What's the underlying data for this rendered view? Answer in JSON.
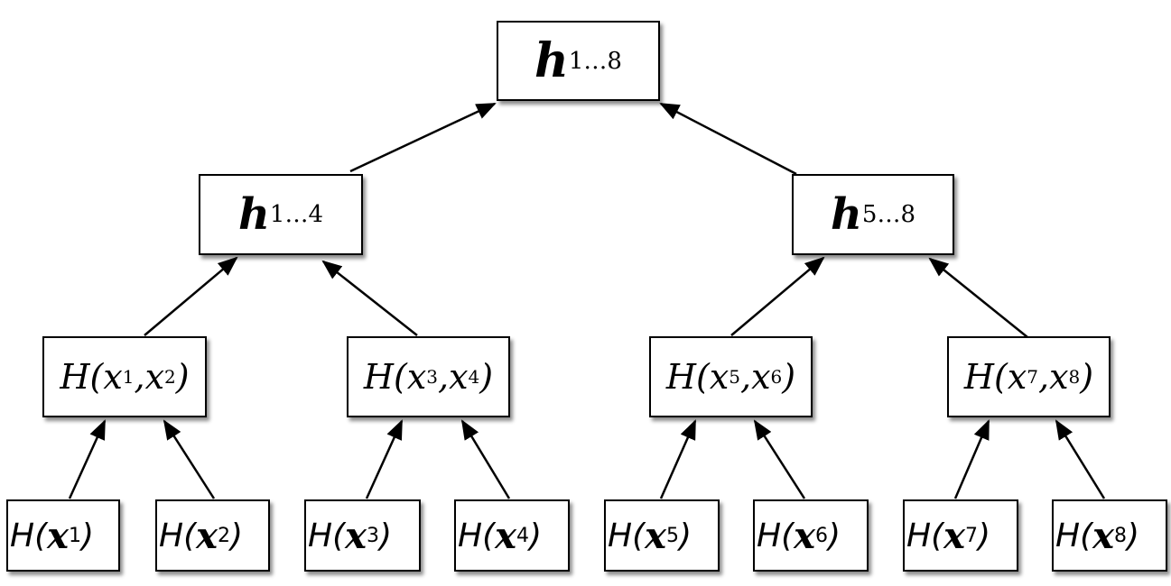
{
  "root": {
    "main": "h",
    "sub": "1…8"
  },
  "level1": [
    {
      "main": "h",
      "sub": "1…4"
    },
    {
      "main": "h",
      "sub": "5…8"
    }
  ],
  "level2": [
    {
      "fn": "H",
      "a": "x",
      "a_sub": "1",
      "b": "x",
      "b_sub": "2"
    },
    {
      "fn": "H",
      "a": "x",
      "a_sub": "3",
      "b": "x",
      "b_sub": "4"
    },
    {
      "fn": "H",
      "a": "x",
      "a_sub": "5",
      "b": "x",
      "b_sub": "6"
    },
    {
      "fn": "H",
      "a": "x",
      "a_sub": "7",
      "b": "x",
      "b_sub": "8"
    }
  ],
  "leaves": [
    {
      "fn": "H",
      "x": "x",
      "sub": "1"
    },
    {
      "fn": "H",
      "x": "x",
      "sub": "2"
    },
    {
      "fn": "H",
      "x": "x",
      "sub": "3"
    },
    {
      "fn": "H",
      "x": "x",
      "sub": "4"
    },
    {
      "fn": "H",
      "x": "x",
      "sub": "5"
    },
    {
      "fn": "H",
      "x": "x",
      "sub": "6"
    },
    {
      "fn": "H",
      "x": "x",
      "sub": "7"
    },
    {
      "fn": "H",
      "x": "x",
      "sub": "8"
    }
  ],
  "colors": {
    "line": "#000000",
    "fill": "#ffffff"
  }
}
